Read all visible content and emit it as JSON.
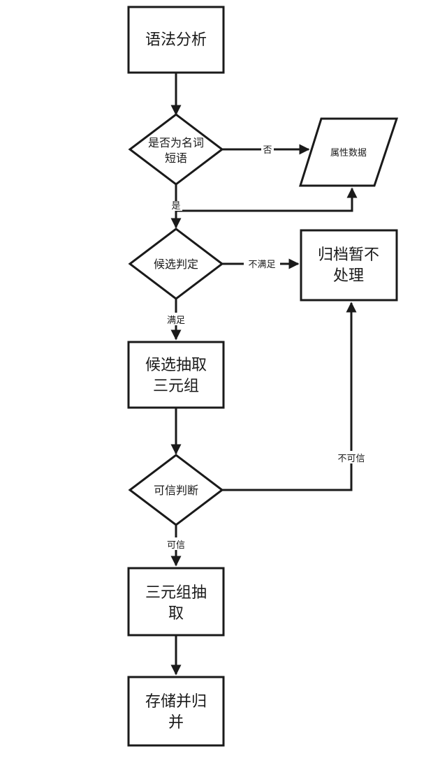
{
  "nodes": {
    "parse": {
      "label": "语法分析"
    },
    "is_noun_phrase": {
      "line1": "是否为名词",
      "line2": "短语"
    },
    "property_data": {
      "label": "属性数据"
    },
    "candidate_judge": {
      "label": "候选判定"
    },
    "archive_hold": {
      "line1": "归档暂不",
      "line2": "处理"
    },
    "candidate_extract": {
      "line1": "候选抽取",
      "line2": "三元组"
    },
    "credibility_judge": {
      "label": "可信判断"
    },
    "triple_extract": {
      "line1": "三元组抽",
      "line2": "取"
    },
    "store_merge": {
      "line1": "存储并归",
      "line2": "并"
    }
  },
  "edges": {
    "no": "否",
    "yes": "是",
    "not_satisfied": "不满足",
    "satisfied": "满足",
    "not_credible": "不可信",
    "credible": "可信"
  }
}
